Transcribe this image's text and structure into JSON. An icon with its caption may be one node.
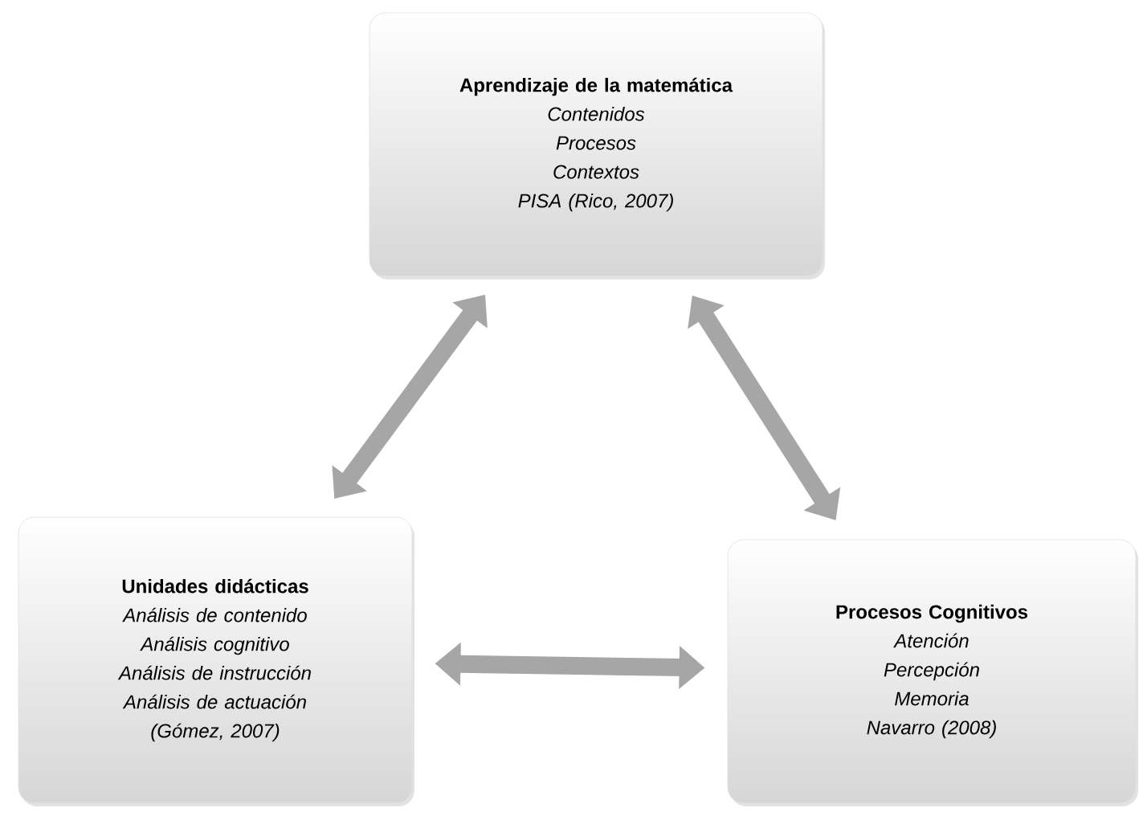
{
  "diagram": {
    "nodes": [
      {
        "text": [
          "Aprendizaje de la matemática",
          "Contenidos",
          "Procesos",
          "Contextos",
          "PISA (Rico, 2007)"
        ]
      },
      {
        "text": [
          "Unidades didácticas",
          "Análisis de contenido",
          "Análisis cognitivo",
          "Análisis de instrucción",
          "Análisis de actuación",
          "(Gómez, 2007)"
        ]
      },
      {
        "text": [
          "Procesos Cognitivos",
          "Atención",
          "Percepción",
          "Memoria",
          "Navarro (2008)"
        ]
      }
    ],
    "edges": [
      {
        "from": 1,
        "to": 0,
        "arrow": "both"
      },
      {
        "from": 0,
        "to": 2,
        "arrow": "both"
      },
      {
        "from": 1,
        "to": 2,
        "arrow": "both"
      }
    ]
  }
}
